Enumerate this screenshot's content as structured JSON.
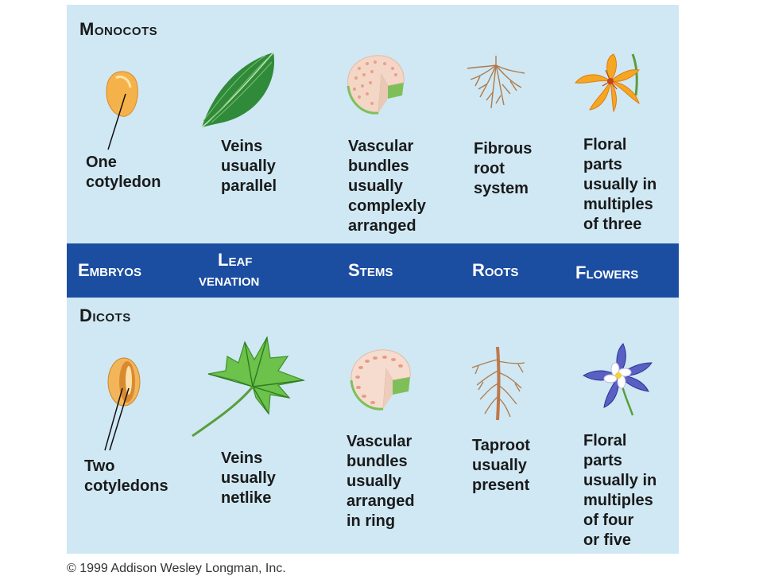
{
  "monocots": {
    "title": "Monocots",
    "embryo": "One\ncotyledon",
    "leaf": "Veins\nusually\nparallel",
    "stem": "Vascular\nbundles\nusually\ncomplexly\narranged",
    "root": "Fibrous\nroot\nsystem",
    "flower": "Floral\nparts\nusually in\nmultiples\nof three"
  },
  "band": {
    "embryos": "Embryos",
    "leaf_venation_1": "Leaf",
    "leaf_venation_2": "venation",
    "stems": "Stems",
    "roots": "Roots",
    "flowers": "Flowers"
  },
  "dicots": {
    "title": "Dicots",
    "embryo": "Two\ncotyledons",
    "leaf": "Veins\nusually\nnetlike",
    "stem": "Vascular\nbundles\nusually\narranged\nin ring",
    "root": "Taproot\nusually\npresent",
    "flower": "Floral\nparts\nusually in\nmultiples\nof four\nor five"
  },
  "copyright": "© 1999 Addison Wesley Longman, Inc.",
  "colors": {
    "panel": "#cfe8f4",
    "band": "#1b4da1",
    "leaf_green": "#2e8a3a",
    "seed_orange": "#f2a33a",
    "flower_blue": "#4a4fb5"
  }
}
